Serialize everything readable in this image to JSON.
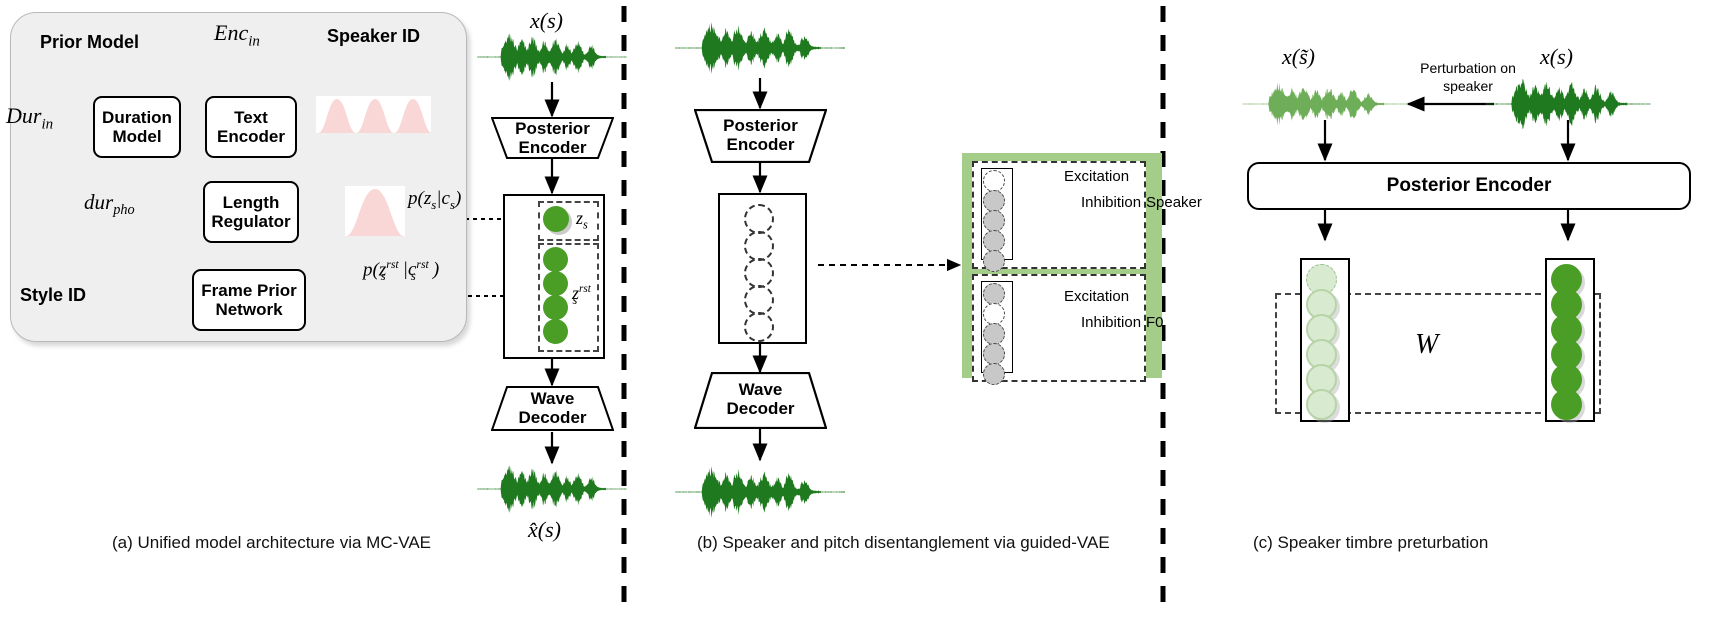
{
  "figure": {
    "domain": "diagram",
    "panels": [
      {
        "id": "a",
        "caption": "(a) Unified model architecture via MC-VAE"
      },
      {
        "id": "b",
        "caption": "(b) Speaker and pitch disentanglement via guided-VAE"
      },
      {
        "id": "c",
        "caption": "(c) Speaker timbre preturbation"
      }
    ]
  },
  "colors": {
    "waveform_green": "#1f7a1f",
    "waveform_green_light": "#6fae58",
    "latent_green": "#4a9e26",
    "latent_green_faded": "#d8ead0",
    "panel_green": "#a5cd8a",
    "prior_gray": "#efefef",
    "gaussian_pink": "#f9d7d7",
    "node_gray": "#c8c8c8"
  },
  "panel_a": {
    "group_label": "Prior Model",
    "inputs": {
      "enc_in": "Enc",
      "enc_in_sub": "in",
      "dur_in": "Dur",
      "dur_in_sub": "in",
      "speaker_id": "Speaker ID",
      "style_id": "Style ID",
      "dur_pho": "dur",
      "dur_pho_sub": "pho"
    },
    "blocks": [
      {
        "name": "duration-model",
        "line1": "Duration",
        "line2": "Model"
      },
      {
        "name": "text-encoder",
        "line1": "Text",
        "line2": "Encoder"
      },
      {
        "name": "length-regulator",
        "line1": "Length",
        "line2": "Regulator"
      },
      {
        "name": "frame-prior-network",
        "line1": "Frame Prior",
        "line2": "Network"
      },
      {
        "name": "posterior-encoder",
        "line1": "Posterior",
        "line2": "Encoder"
      },
      {
        "name": "wave-decoder",
        "line1": "Wave",
        "line2": "Decoder"
      }
    ],
    "distributions": {
      "p_zs": "p(z",
      "p_zs_sub": "s",
      "p_zs_mid": "|c",
      "p_zs_sub2": "s",
      "p_zs_end": ")",
      "p_zrst": "p(z",
      "p_zrst_sup": "rst",
      "p_zrst_sub": "s",
      "p_zrst_mid": "|c",
      "p_zrst_sup2": "rst",
      "p_zrst_sub2": "s",
      "p_zrst_end": ")"
    },
    "latents": {
      "z_s": "z",
      "z_s_sub": "s",
      "z_rst": "z",
      "z_rst_sub": "s",
      "z_rst_sup": "rst",
      "z_s_count": 1,
      "z_rst_count": 4
    },
    "waveform_top_label": "x(s)",
    "waveform_bottom_label": "x̂(s)"
  },
  "panel_b": {
    "blocks": [
      {
        "name": "posterior-encoder",
        "line1": "Posterior",
        "line2": "Encoder"
      },
      {
        "name": "wave-decoder",
        "line1": "Wave",
        "line2": "Decoder"
      }
    ],
    "latent_circle_count": 5,
    "guided_groups": [
      {
        "name": "speaker",
        "label": "Speaker",
        "excitation": "Excitation",
        "inhibition": "Inhibition",
        "node_count": 5,
        "excited_index": 0
      },
      {
        "name": "f0",
        "label": "F0",
        "excitation": "Excitation",
        "inhibition": "Inhibition",
        "node_count": 5,
        "excited_index": 1
      }
    ]
  },
  "panel_c": {
    "left_waveform_label": "x(s̃)",
    "right_waveform_label": "x(s)",
    "perturbation_label_line1": "Perturbation on",
    "perturbation_label_line2": "speaker",
    "encoder_label": "Posterior Encoder",
    "weight_label": "W",
    "left_latent_count": 6,
    "right_latent_count": 6
  }
}
